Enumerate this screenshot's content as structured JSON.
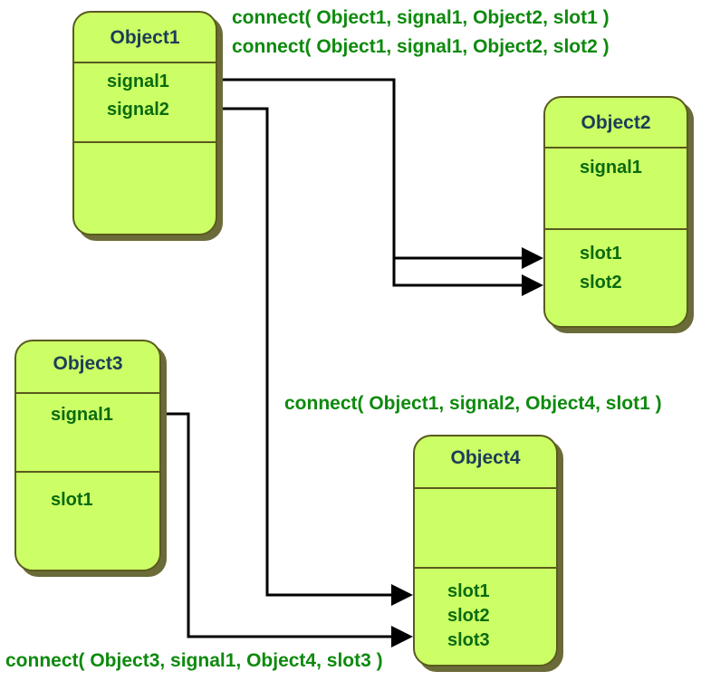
{
  "objects": {
    "o1": {
      "title": "Object1",
      "signals": [
        "signal1",
        "signal2"
      ]
    },
    "o2": {
      "title": "Object2",
      "signals": [
        "signal1"
      ],
      "slots": [
        "slot1",
        "slot2"
      ]
    },
    "o3": {
      "title": "Object3",
      "signals": [
        "signal1"
      ],
      "slots": [
        "slot1"
      ]
    },
    "o4": {
      "title": "Object4",
      "slots": [
        "slot1",
        "slot2",
        "slot3"
      ]
    }
  },
  "connections": [
    "connect( Object1, signal1, Object2, slot1 )",
    "connect( Object1, signal1, Object2, slot2 )",
    "connect( Object1, signal2, Object4, slot1 )",
    "connect( Object3, signal1, Object4, slot3 )"
  ],
  "colors": {
    "box_fill": "#ccff66",
    "connect_text": "#0e8a0e",
    "slot_text": "#0a6b10",
    "title_text": "#1c3d58"
  }
}
